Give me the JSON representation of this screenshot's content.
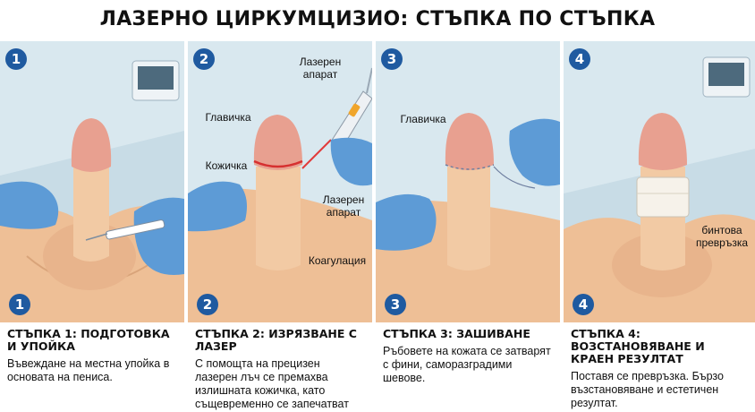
{
  "title": "ЛАЗЕРНО ЦИРКУМЦИЗИО: СТЪПКА ПО СТЪПКА",
  "colors": {
    "badge": "#1f5aa0",
    "background": "#d9e8ef",
    "skin": "#efc7a2",
    "glove": "#5d9bd6",
    "laser": "#e23b3b"
  },
  "panels": [
    {
      "number": "1",
      "step_title": "СТЪПКА 1: ПОДГОТОВКА И УПОЙКА",
      "description": "Въвеждане на местна упойка в основата на пениса.",
      "labels": []
    },
    {
      "number": "2",
      "step_title": "СТЪПКА 2: ИЗРЯЗВАНЕ С ЛАЗЕР",
      "description": "С помощта на прецизен лазерен лъч се премахва излишната кожичка, като същевременно се запечатват съдовете.",
      "labels": {
        "laser_device_top": "Лазерен апарат",
        "glans": "Главичка",
        "foreskin": "Кожичка",
        "laser_device_mid": "Лазерен апарат",
        "coagulation": "Коагулация"
      }
    },
    {
      "number": "3",
      "step_title": "СТЪПКА 3: ЗАШИВАНЕ",
      "description": "Ръбовете на кожата се затварят с фини, саморазградими шевове.",
      "labels": {
        "glans": "Главичка"
      }
    },
    {
      "number": "4",
      "step_title": "СТЪПКА 4: ВОЗСТАНОВЯВАНЕ И КРАЕН РЕЗУЛТАТ",
      "description": "Поставя се превръзка. Бързо възстановяване и естетичен резултат.",
      "labels": {
        "bandage": "бинтова превръзка"
      }
    }
  ]
}
